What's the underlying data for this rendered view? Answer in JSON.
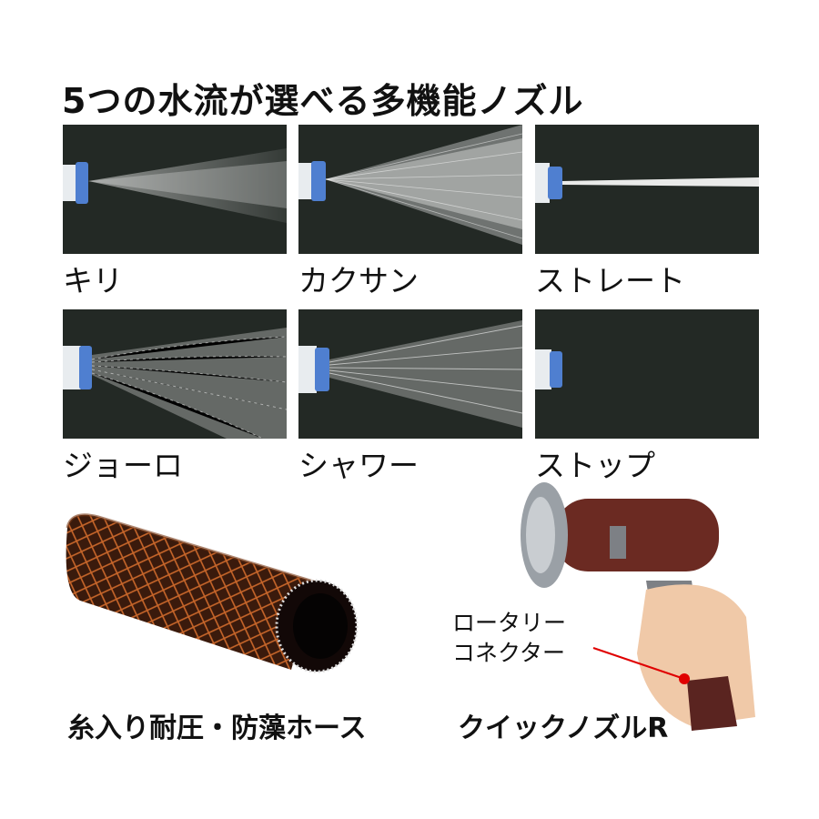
{
  "title": "5つの水流が選べる多機能ノズル",
  "modes": [
    {
      "label": "キリ"
    },
    {
      "label": "カクサン"
    },
    {
      "label": "ストレート"
    },
    {
      "label": "ジョーロ"
    },
    {
      "label": "シャワー"
    },
    {
      "label": "ストップ"
    }
  ],
  "hose_caption": "糸入り耐圧・防藻ホース",
  "nozzle_caption": "クイックノズルR",
  "callout": {
    "line1": "ロータリー",
    "line2": "コネクター"
  },
  "colors": {
    "panel_bg": "#232925",
    "nozzle_ring": "#4f7fd0",
    "hose": "#3a1a0c",
    "hose_mesh": "#c8662a",
    "gun_body": "#6b2a22",
    "callout_line": "#e00000"
  }
}
